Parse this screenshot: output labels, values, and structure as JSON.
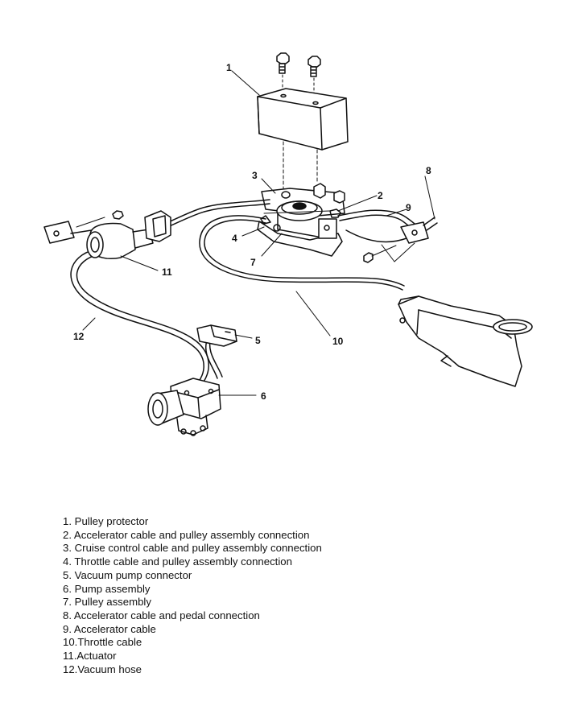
{
  "callouts": [
    "1",
    "2",
    "3",
    "4",
    "5",
    "6",
    "7",
    "8",
    "9",
    "10",
    "11",
    "12"
  ],
  "legend": [
    "1.  Pulley protector",
    "2.  Accelerator cable and pulley assembly connection",
    "3.  Cruise control cable and pulley assembly connection",
    "4.  Throttle cable and pulley assembly connection",
    "5.  Vacuum pump connector",
    "6.  Pump assembly",
    "7.  Pulley assembly",
    "8.  Accelerator cable and pedal connection",
    "9.  Accelerator cable",
    "10.Throttle cable",
    "11.Actuator",
    "12.Vacuum hose"
  ]
}
